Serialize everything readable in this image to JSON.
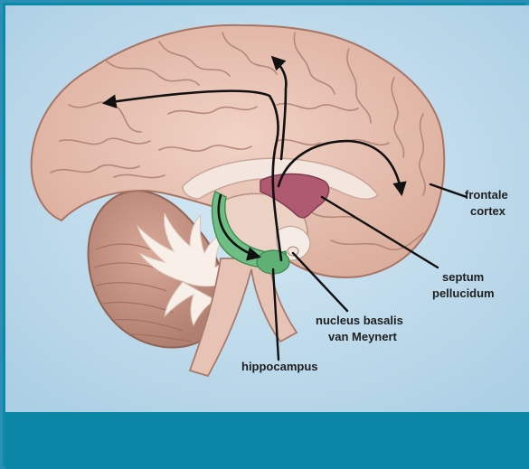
{
  "labels": {
    "frontal_line1": "frontale",
    "frontal_line2": "cortex",
    "septum_line1": "septum",
    "septum_line2": "pellucidum",
    "nucleus_line1": "nucleus basalis",
    "nucleus_line2": "van Meynert",
    "hippocampus": "hippocampus"
  },
  "colors": {
    "background": "#c9e0ee",
    "cortex": "#e9c6b8",
    "septum": "#b05a72",
    "hippocampus": "#5fba7a",
    "footer": "#0b86a6",
    "border": "#2b8fb5"
  },
  "icons": {
    "brain": "brain-sagittal-illustration",
    "arrows": "projection-arrows"
  }
}
